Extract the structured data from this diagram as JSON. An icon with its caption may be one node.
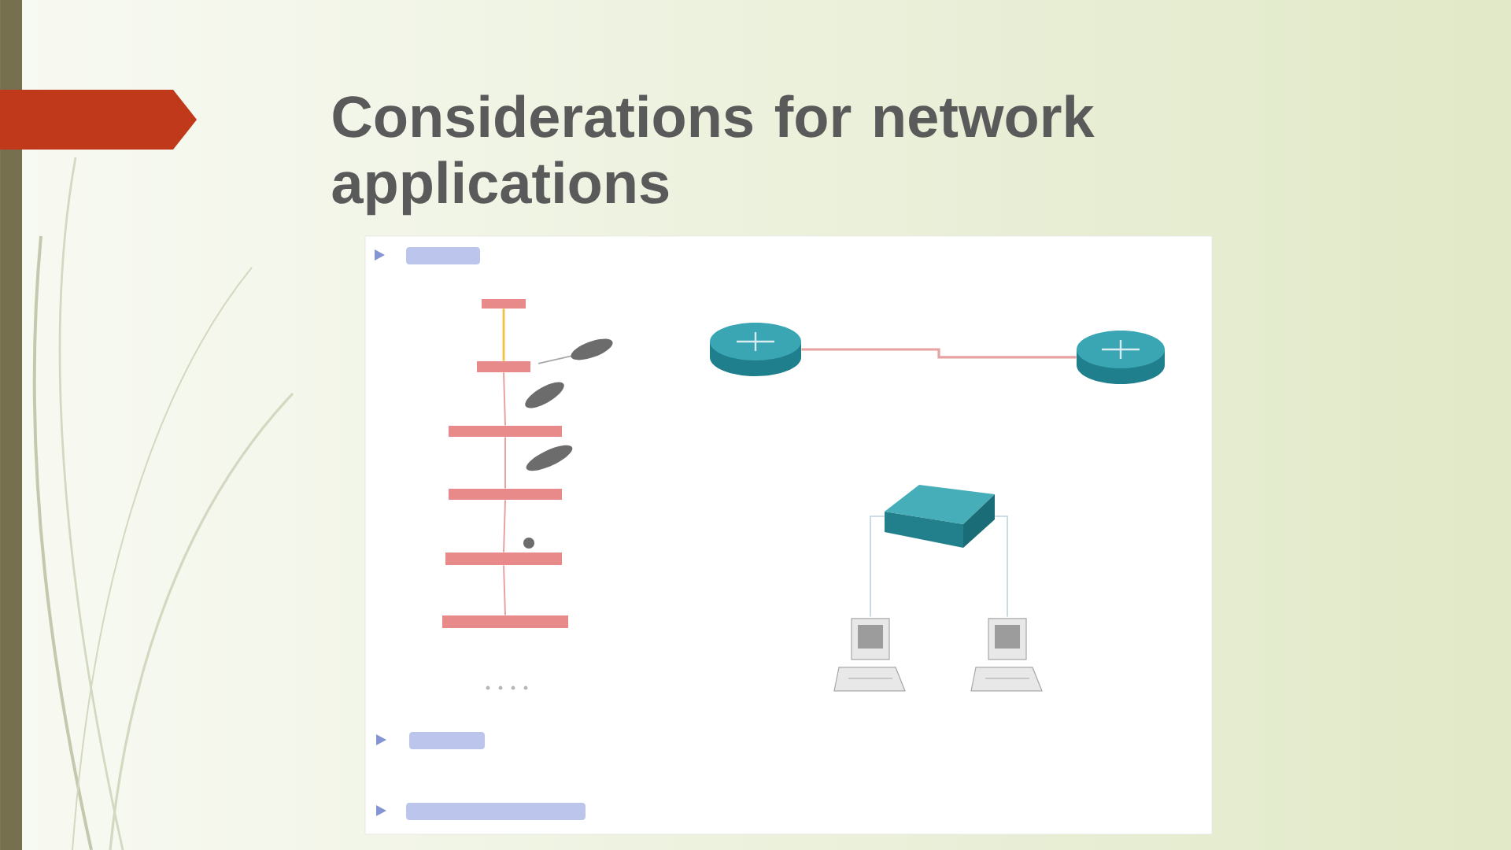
{
  "diagram": {
    "title": "Considerations for network applications",
    "nodes": [
      {
        "text": [],
        "shape": "bar"
      },
      {
        "text": [],
        "shape": "bar"
      },
      {
        "text": [],
        "shape": "bar"
      },
      {
        "text": [],
        "shape": "bar"
      },
      {
        "text": [],
        "shape": "bar"
      },
      {
        "text": [],
        "shape": "bar"
      },
      {
        "text": [],
        "shape": "router"
      },
      {
        "text": [],
        "shape": "router"
      },
      {
        "text": [],
        "shape": "switch"
      },
      {
        "text": [],
        "shape": "computer"
      },
      {
        "text": [],
        "shape": "computer"
      }
    ],
    "edges": [
      {
        "from": 0,
        "to": 1,
        "arrow": "none",
        "color": "#f0c040"
      },
      {
        "from": 1,
        "to": 2,
        "arrow": "none"
      },
      {
        "from": 2,
        "to": 3,
        "arrow": "none"
      },
      {
        "from": 3,
        "to": 4,
        "arrow": "none"
      },
      {
        "from": 4,
        "to": 5,
        "arrow": "none"
      },
      {
        "from": 6,
        "to": 7,
        "arrow": "none"
      },
      {
        "from": 8,
        "to": 9,
        "arrow": "none",
        "color": "#bcd2dc"
      },
      {
        "from": 8,
        "to": 10,
        "arrow": "none",
        "color": "#bcd2dc"
      }
    ]
  }
}
